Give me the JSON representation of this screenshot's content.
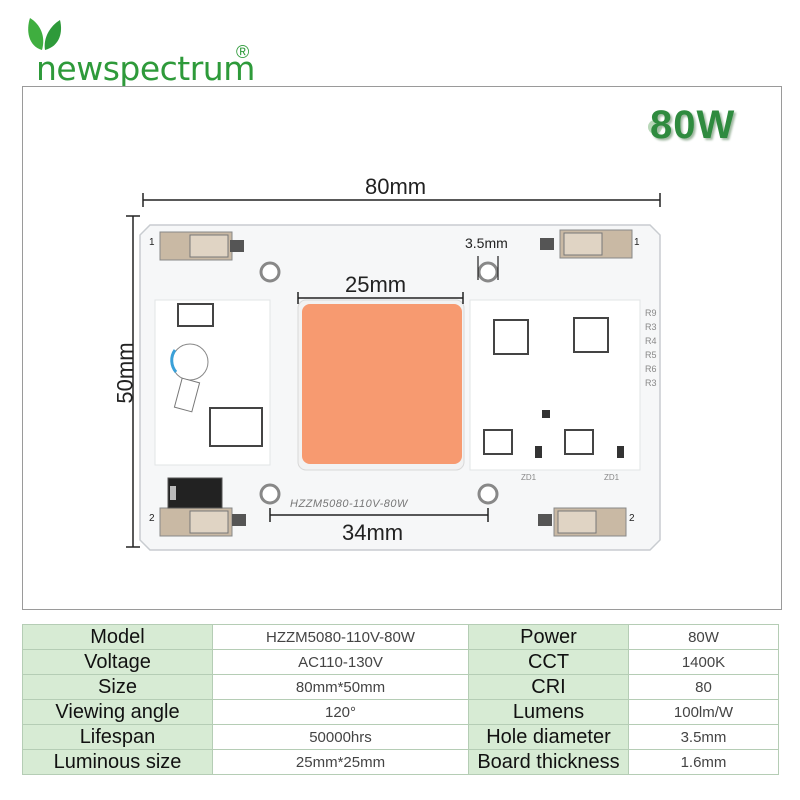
{
  "brand": {
    "name": "newspectrum",
    "registered_mark": "®"
  },
  "badge": {
    "wattage": "80W"
  },
  "dimensions": {
    "width": "80mm",
    "height": "50mm",
    "chip": "25mm",
    "hole_spacing": "34mm",
    "hole": "3.5mm"
  },
  "board": {
    "model_print": "HZZM5080-110V-80W",
    "pin_labels": [
      "1",
      "1",
      "2",
      "2"
    ],
    "resistor_labels": [
      "R9",
      "R3",
      "R4",
      "R5",
      "R6",
      "R3"
    ],
    "diode_labels": [
      "ZD1",
      "ZD1"
    ]
  },
  "specs": [
    {
      "label": "Model",
      "value": "HZZM5080-110V-80W",
      "label2": "Power",
      "value2": "80W"
    },
    {
      "label": "Voltage",
      "value": "AC110-130V",
      "label2": "CCT",
      "value2": "1400K"
    },
    {
      "label": "Size",
      "value": "80mm*50mm",
      "label2": "CRI",
      "value2": "80"
    },
    {
      "label": "Viewing angle",
      "value": "120°",
      "label2": "Lumens",
      "value2": "100lm/W"
    },
    {
      "label": "Lifespan",
      "value": "50000hrs",
      "label2": "Hole diameter",
      "value2": "3.5mm"
    },
    {
      "label": "Luminous size",
      "value": "25mm*25mm",
      "label2": "Board thickness",
      "value2": "1.6mm"
    }
  ],
  "colors": {
    "brand_green": "#2e9a3a",
    "chip_orange": "#f79a70",
    "header_green": "#d7ebd4"
  }
}
